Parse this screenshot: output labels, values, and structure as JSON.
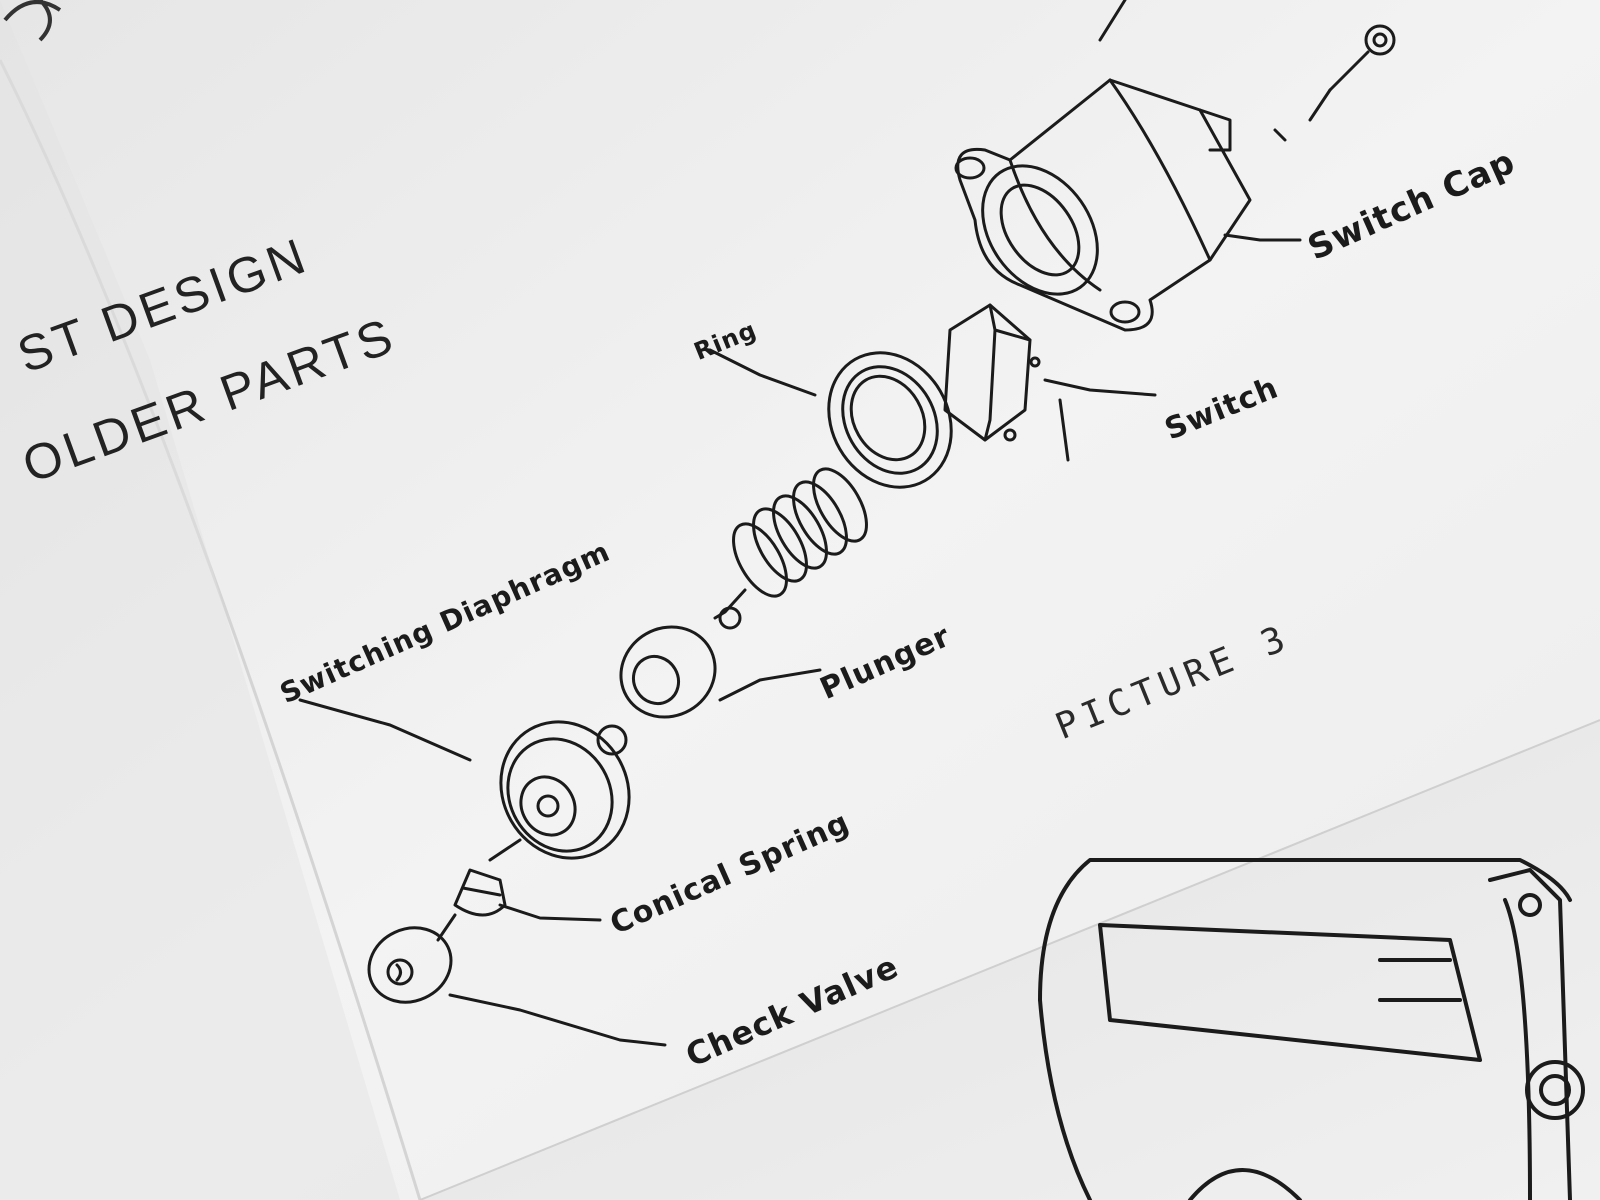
{
  "headings": {
    "line1": "ST DESIGN",
    "line2": "OLDER PARTS"
  },
  "caption": "PICTURE 3",
  "parts": {
    "switch_cap": "Switch Cap",
    "switch": "Switch",
    "ring": "Ring",
    "switching_diaphragm": "Switching Diaphragm",
    "plunger": "Plunger",
    "conical_spring": "Conical Spring",
    "check_valve": "Check Valve"
  },
  "colors": {
    "paper": "#f1f1f1",
    "ink": "#1b1b1b"
  }
}
